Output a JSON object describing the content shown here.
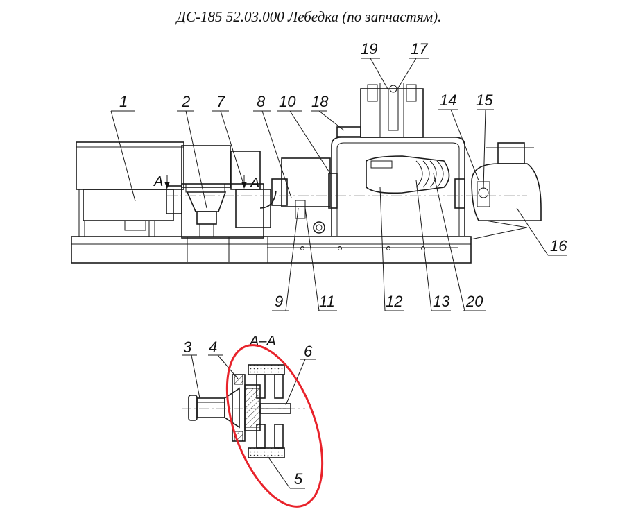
{
  "title": "ДС-185 52.03.000  Лебедка (по запчастям).",
  "callouts": [
    "1",
    "2",
    "7",
    "8",
    "10",
    "18",
    "19",
    "17",
    "14",
    "15",
    "16",
    "9",
    "11",
    "12",
    "13",
    "20",
    "3",
    "4",
    "6",
    "5"
  ],
  "section_marks": {
    "left": "А",
    "right": "А",
    "view": "А–А"
  },
  "colors": {
    "line": "#1a1a1a",
    "highlight": "#e8232b"
  }
}
